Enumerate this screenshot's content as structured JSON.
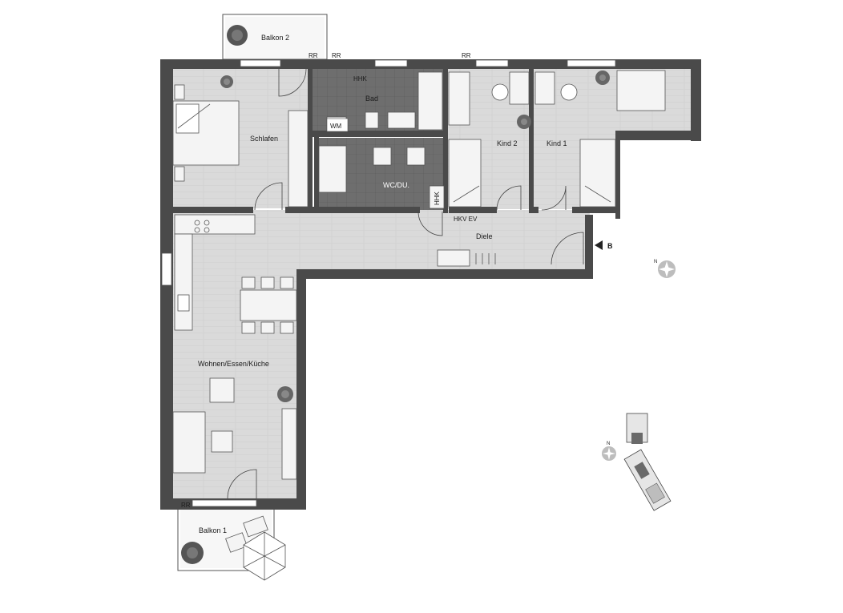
{
  "rooms": {
    "balkon2": "Balkon 2",
    "schlafen": "Schlafen",
    "bad": "Bad",
    "kind2": "Kind 2",
    "kind1": "Kind 1",
    "wc": "WC/DU.",
    "diele": "Diele",
    "wohnen": "Wohnen/Essen/Küche",
    "balkon1": "Balkon 1"
  },
  "labels": {
    "hhk_bad": "HHK",
    "wm": "WM",
    "hhk_wc": "HHK",
    "hkv_ev": "HKV EV",
    "entrance": "B",
    "rr_balkon2": "RR",
    "rr_bad": "RR",
    "rr_kind2": "RR",
    "rr_balkon1": "RR",
    "north_main": "N",
    "north_site": "N"
  },
  "colors": {
    "wall": "#4a4a4a",
    "floor": "#d9d9d9",
    "tile": "#6b6b6b",
    "furniture": "#f4f4f4",
    "background": "#ffffff"
  },
  "icons": [
    "plant-icon",
    "compass-icon",
    "entrance-arrow-icon",
    "site-plan-icon",
    "umbrella-icon"
  ]
}
